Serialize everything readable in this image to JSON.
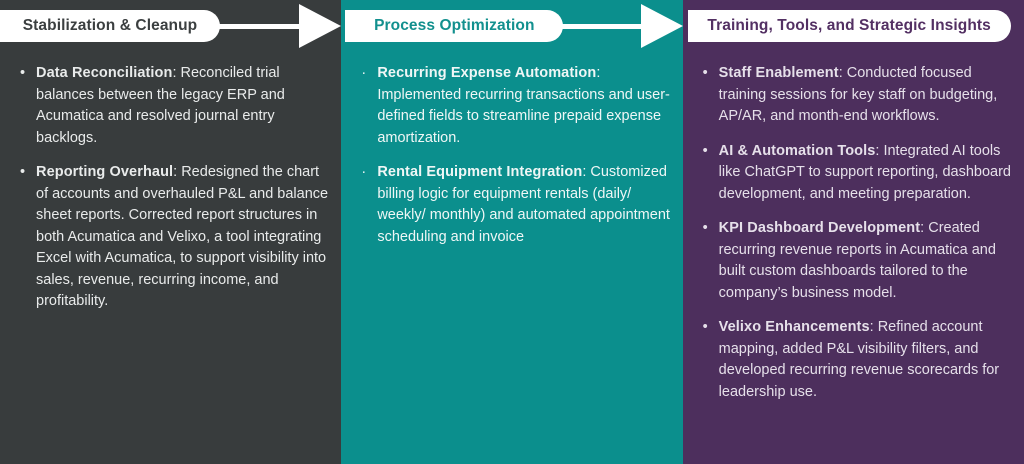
{
  "palette": {
    "column1_bg": "#383c3d",
    "column2_bg": "#0b8f8d",
    "column3_bg": "#4d2f5d",
    "pill_bg": "#ffffff",
    "column1_header_text": "#3b3f40",
    "column2_header_text": "#12908e",
    "column3_header_text": "#533063",
    "arrow_color": "#ffffff",
    "body_text": "#edeeef"
  },
  "columns": [
    {
      "header": "Stabilization & Cleanup",
      "bullet": "•",
      "items": [
        {
          "title": "Data Reconciliation",
          "text": ": Reconciled trial balances between the legacy ERP and Acumatica and resolved journal entry backlogs."
        },
        {
          "title": "Reporting Overhaul",
          "text": ": Redesigned the chart of accounts and overhauled P&L and balance sheet reports. Corrected report structures in both Acumatica and Velixo, a tool integrating Excel with Acumatica, to support visibility into sales, revenue, recurring income, and profitability."
        }
      ]
    },
    {
      "header": "Process Optimization",
      "bullet": "·",
      "items": [
        {
          "title": "Recurring Expense Automation",
          "text": ": Implemented recurring transactions and user-defined fields to streamline prepaid expense amortization."
        },
        {
          "title": "Rental Equipment Integration",
          "text": ": Customized billing logic for equipment rentals (daily/ weekly/ monthly) and automated appointment scheduling and invoice"
        }
      ]
    },
    {
      "header": "Training, Tools, and Strategic Insights",
      "bullet": "•",
      "items": [
        {
          "title": "Staff Enablement",
          "text": ": Conducted focused training sessions for key staff on budgeting, AP/AR, and month-end workflows."
        },
        {
          "title": "AI & Automation Tools",
          "text": ": Integrated AI tools like ChatGPT to support reporting, dashboard development, and meeting preparation."
        },
        {
          "title": "KPI Dashboard Development",
          "text": ":  Created recurring revenue reports in Acumatica and built custom dashboards tailored to the company’s business model."
        },
        {
          "title": "Velixo Enhancements",
          "text": ": Refined account mapping, added P&L visibility filters, and developed recurring revenue scorecards for leadership use."
        }
      ]
    }
  ]
}
